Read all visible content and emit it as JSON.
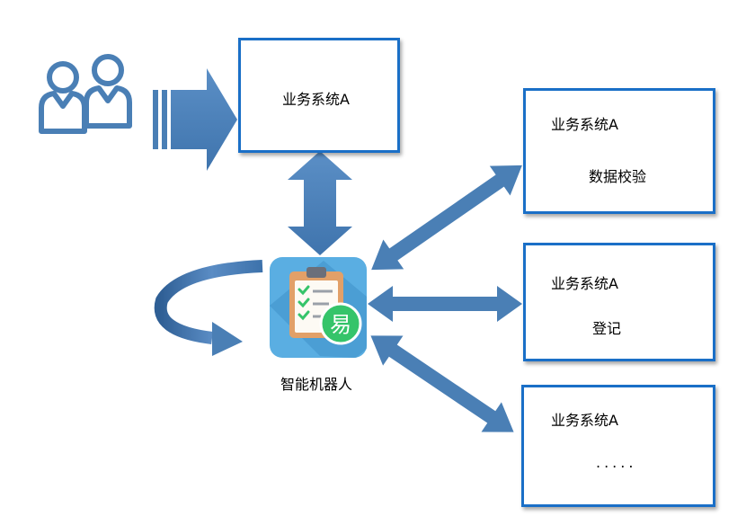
{
  "main_box": {
    "label": "业务系统A"
  },
  "right_boxes": [
    {
      "label": "业务系统A",
      "detail": "数据校验"
    },
    {
      "label": "业务系统A",
      "detail": "登记"
    },
    {
      "label": "业务系统A",
      "detail": "....."
    }
  ],
  "robot": {
    "label": "智能机器人",
    "badge": "易"
  },
  "colors": {
    "arrow": "#4a7fb5",
    "box_border": "#1a6fc7",
    "icon_bg": "#5aaee2",
    "badge": "#35c46a",
    "clipboard": "#e2a068"
  },
  "icons": [
    "users-icon",
    "robot-clipboard-icon"
  ]
}
